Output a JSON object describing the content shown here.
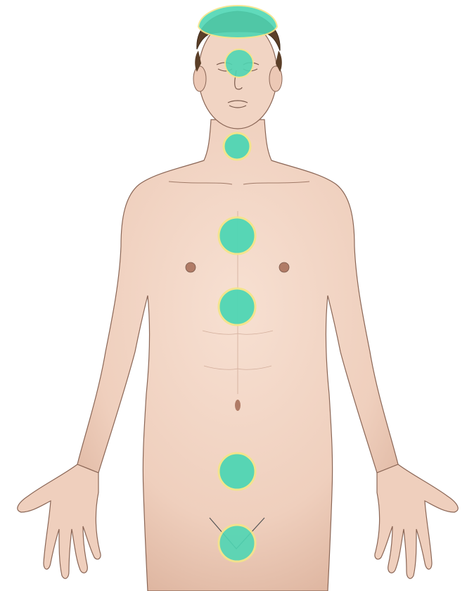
{
  "colors": {
    "background": "#ffffff",
    "skin": "#f2d6c6",
    "skin_shadow": "#d9b3a0",
    "outline": "#7a5a4c",
    "hair": "#5b3f28",
    "chakra_fill": "#4fd6b4",
    "chakra_ring": "#f3e58a"
  },
  "markers": [
    {
      "name": "crown"
    },
    {
      "name": "third-eye"
    },
    {
      "name": "throat"
    },
    {
      "name": "heart"
    },
    {
      "name": "solar-plexus"
    },
    {
      "name": "sacral"
    },
    {
      "name": "root"
    }
  ]
}
